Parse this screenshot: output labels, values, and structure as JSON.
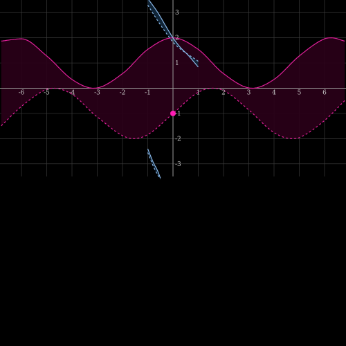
{
  "chart_data": {
    "type": "area",
    "title": "",
    "xlabel": "",
    "ylabel": "",
    "xlim": [
      -6.85,
      6.85
    ],
    "ylim": [
      -3.5,
      3.5
    ],
    "grid": true,
    "x_ticks": [
      -6,
      -5,
      -4,
      -3,
      -2,
      -1,
      1,
      2,
      3,
      4,
      5,
      6
    ],
    "x_tick_labels": [
      "-6",
      "-5",
      "-4",
      "-3",
      "-2",
      "-1",
      "1",
      "2",
      "3",
      "4",
      "5",
      "6"
    ],
    "y_ticks": [
      3,
      2,
      1,
      -1,
      -2,
      -3
    ],
    "y_tick_labels": [
      "3",
      "2",
      "1",
      "-1",
      "-2",
      "-3"
    ],
    "colors": {
      "magenta": "#e0209a",
      "magenta_fill": "#2a0018",
      "blue": "#8ab8e8",
      "blue_fill": "#12283c",
      "grid": "#3a3a3a",
      "axis": "#9a9a9a",
      "point": "#ff1cb4"
    },
    "series": [
      {
        "style": "solid",
        "color": "magenta",
        "x": [
          -6.8,
          -6.0,
          -5.0,
          -4.0,
          -3.14,
          -2.0,
          -1.0,
          0.0,
          1.0,
          2.0,
          3.14,
          4.0,
          5.0,
          6.0,
          6.28,
          6.8
        ],
        "y": [
          1.87,
          1.96,
          1.28,
          0.35,
          0.0,
          0.58,
          1.54,
          2.0,
          1.54,
          0.58,
          0.0,
          0.35,
          1.28,
          1.96,
          2.0,
          1.87
        ]
      },
      {
        "style": "dashed",
        "color": "magenta",
        "x": [
          -6.8,
          -6.0,
          -5.0,
          -4.71,
          -4.0,
          -3.0,
          -1.57,
          -1.0,
          0.0,
          1.0,
          1.57,
          2.0,
          3.0,
          4.0,
          4.71,
          5.0,
          6.0,
          6.8
        ],
        "y": [
          -1.49,
          -0.72,
          -0.04,
          0.0,
          -0.24,
          -1.14,
          -2.0,
          -1.84,
          -1.0,
          -0.16,
          0.0,
          -0.09,
          -0.86,
          -1.76,
          -2.0,
          -1.96,
          -1.28,
          -0.49
        ]
      },
      {
        "style": "solid",
        "color": "blue",
        "x": [
          -1.0,
          -0.6,
          -0.3,
          0.0,
          0.3,
          0.6,
          1.0
        ],
        "y": [
          3.56,
          3.0,
          2.49,
          2.0,
          1.61,
          1.31,
          0.84
        ]
      },
      {
        "style": "dashed",
        "color": "blue",
        "x": [
          -1.0,
          -0.6,
          -0.3,
          0.0,
          0.3,
          0.6,
          1.0
        ],
        "y": [
          3.3,
          2.67,
          2.23,
          1.83,
          1.55,
          1.34,
          1.07
        ]
      },
      {
        "style": "solid",
        "color": "blue",
        "x": [
          -1.0,
          -0.8,
          -0.6,
          -0.5
        ],
        "y": [
          -2.4,
          -2.9,
          -3.3,
          -3.56
        ]
      },
      {
        "style": "dashed",
        "color": "blue",
        "x": [
          -1.0,
          -0.8,
          -0.6,
          -0.5
        ],
        "y": [
          -2.55,
          -3.05,
          -3.45,
          -3.6
        ]
      }
    ],
    "points": [
      {
        "x": 0,
        "y": -1,
        "color": "point"
      }
    ]
  }
}
